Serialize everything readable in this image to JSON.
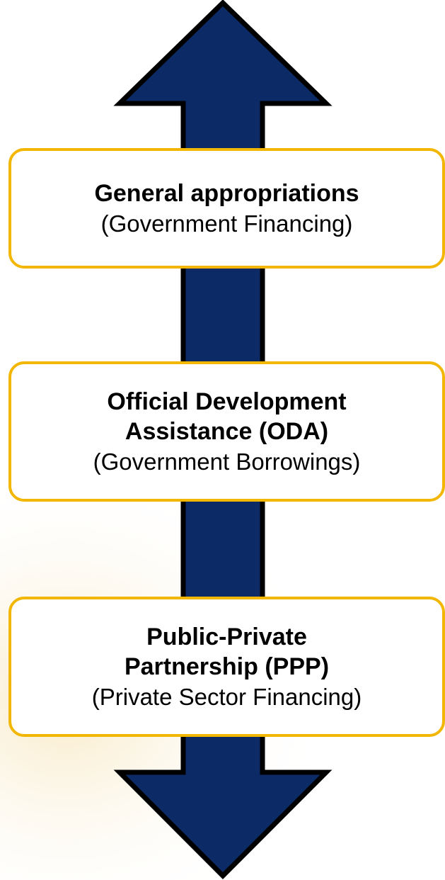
{
  "colors": {
    "arrow_fill": "#0b2a66",
    "arrow_outline": "#000000",
    "box_border": "#f2b705",
    "box_fill": "#ffffff",
    "watermark": "#f7e3b4"
  },
  "boxes": [
    {
      "title_lines": [
        "General appropriations"
      ],
      "subtitle": "(Government Financing)"
    },
    {
      "title_lines": [
        "Official Development",
        "Assistance (ODA)"
      ],
      "subtitle": "(Government Borrowings)"
    },
    {
      "title_lines": [
        "Public-Private",
        "Partnership (PPP)"
      ],
      "subtitle": "(Private Sector Financing)"
    }
  ]
}
